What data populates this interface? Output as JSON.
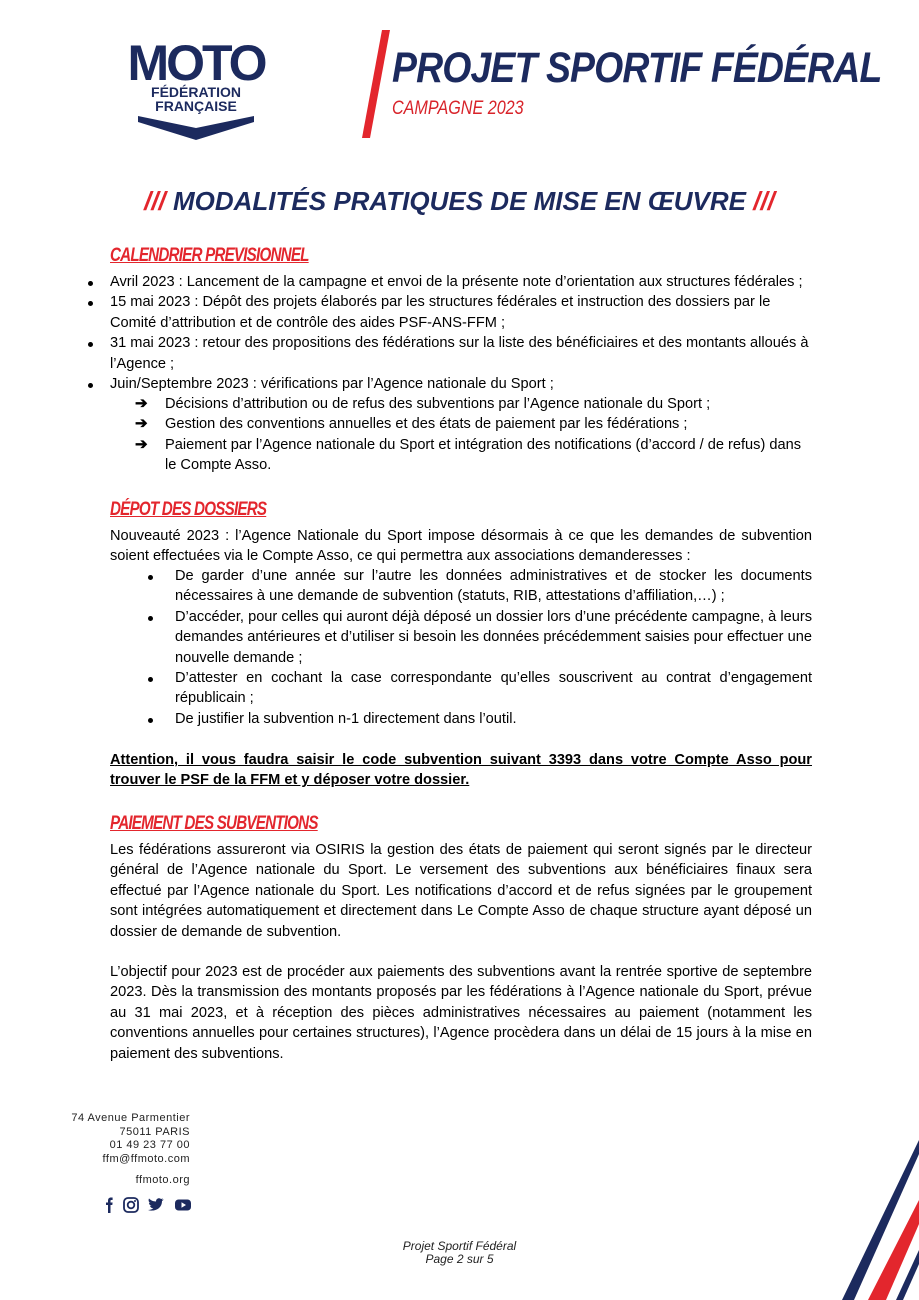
{
  "header": {
    "logo_word": "MOTO",
    "logo_line1": "FÉDÉRATION",
    "logo_line2": "FRANÇAISE",
    "title": "PROJET SPORTIF FÉDÉRAL",
    "subtitle": "CAMPAGNE 2023"
  },
  "main_heading": {
    "slashes_left": "///",
    "text": " MODALITÉS PRATIQUES DE MISE EN ŒUVRE ",
    "slashes_right": "///"
  },
  "sections": {
    "calendar": {
      "title": "CALENDRIER PREVISIONNEL",
      "items": [
        "Avril 2023 : Lancement de la campagne et envoi de la présente note d’orientation aux structures fédérales ;",
        "15 mai 2023 : Dépôt des projets élaborés par les structures fédérales et instruction des dossiers par le Comité d’attribution et de contrôle des aides PSF-ANS-FFM ;",
        "31 mai 2023 : retour des propositions des fédérations sur la liste des bénéficiaires et des montants alloués à l’Agence ;",
        "Juin/Septembre 2023 : vérifications par l’Agence nationale du Sport ;"
      ],
      "sub_items": [
        "Décisions d’attribution ou de refus des subventions par l’Agence nationale du Sport ;",
        "Gestion des conventions annuelles et des états de paiement par les fédérations ;",
        "Paiement par l’Agence nationale du Sport et intégration des notifications (d’accord / de refus) dans le Compte Asso."
      ]
    },
    "deposit": {
      "title": "DÉPOT DES DOSSIERS",
      "intro": "Nouveauté 2023 : l’Agence Nationale du Sport impose désormais à ce que les demandes de subvention soient effectuées via le Compte Asso, ce qui permettra aux associations demanderesses :",
      "items": [
        "De garder d’une année sur l’autre les données administratives et de stocker les documents nécessaires à une demande de subvention (statuts, RIB, attestations d’affiliation,…) ;",
        "D’accéder, pour celles qui auront déjà déposé un dossier lors d’une précédente campagne, à leurs demandes antérieures et d’utiliser si besoin les données précédemment saisies pour effectuer une nouvelle demande ;",
        "D’attester en cochant la case correspondante qu’elles souscrivent au contrat d’engagement républicain ;",
        "De justifier la subvention n-1 directement dans l’outil."
      ],
      "attention": "Attention, il vous faudra saisir le code subvention suivant 3393 dans votre Compte Asso pour trouver le PSF de la FFM et y déposer votre dossier."
    },
    "payment": {
      "title": "PAIEMENT DES SUBVENTIONS",
      "p1": "Les fédérations assureront via OSIRIS la gestion des états de paiement qui seront signés par le directeur général de l’Agence nationale du Sport. Le versement des subventions aux bénéficiaires finaux sera effectué par l’Agence nationale du Sport. Les notifications d’accord et de refus signées par le groupement sont intégrées automatiquement et directement dans Le Compte Asso de chaque structure ayant déposé un dossier de demande de subvention.",
      "p2": "L’objectif pour 2023 est de procéder aux paiements des subventions avant la rentrée sportive de septembre 2023. Dès la transmission des montants proposés par les fédérations à l’Agence nationale du Sport, prévue au 31 mai 2023, et à réception des pièces administratives nécessaires au paiement (notamment les conventions annuelles pour certaines structures), l’Agence procèdera dans un délai de 15 jours à la mise en paiement des subventions."
    }
  },
  "contact": {
    "address_line1": "74 Avenue Parmentier",
    "address_line2": "75011 PARIS",
    "phone": "01 49 23 77 00",
    "email": "ffm@ffmoto.com",
    "website": "ffmoto.org",
    "social_icons": [
      "facebook-icon",
      "instagram-icon",
      "twitter-icon",
      "youtube-icon"
    ]
  },
  "footer": {
    "line1": "Projet Sportif Fédéral",
    "line2": "Page 2 sur 5"
  },
  "colors": {
    "navy": "#1c2a5e",
    "red": "#e3262d"
  }
}
